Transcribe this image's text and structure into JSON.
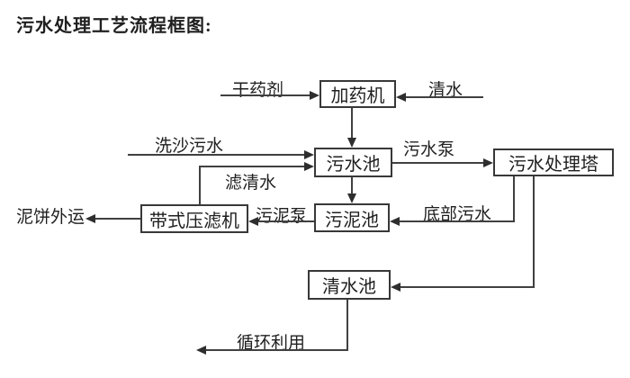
{
  "title": "污水处理工艺流程框图:",
  "nodes": {
    "dosing_machine": "加药机",
    "sewage_pool": "污水池",
    "sewage_treatment_tower": "污水处理塔",
    "sludge_pool": "污泥池",
    "belt_filter_press": "带式压滤机",
    "clean_water_pool": "清水池"
  },
  "labels": {
    "dry_agent": "干药剂",
    "clean_water": "清水",
    "sand_washing_sewage": "洗沙污水",
    "sewage_pump": "污水泵",
    "filtered_clean_water": "滤清水",
    "bottom_sewage": "底部污水",
    "sludge_pump": "污泥泵",
    "mud_cake_outbound": "泥饼外运",
    "recycling": "循环利用"
  },
  "colors": {
    "text": "#1f1f1f",
    "line": "#404040",
    "background": "#ffffff"
  },
  "flow": {
    "inputs": [
      "干药剂",
      "清水",
      "洗沙污水"
    ],
    "outputs": [
      "泥饼外运",
      "循环利用"
    ],
    "edges": [
      {
        "from": "干药剂",
        "to": "加药机",
        "label": ""
      },
      {
        "from": "清水",
        "to": "加药机",
        "label": ""
      },
      {
        "from": "加药机",
        "to": "污水池",
        "label": ""
      },
      {
        "from": "洗沙污水",
        "to": "污水池",
        "label": ""
      },
      {
        "from": "带式压滤机",
        "to": "污水池",
        "label": "滤清水"
      },
      {
        "from": "污水池",
        "to": "污水处理塔",
        "label": "污水泵"
      },
      {
        "from": "污水池",
        "to": "污泥池",
        "label": ""
      },
      {
        "from": "污水处理塔",
        "to": "污泥池",
        "label": "底部污水"
      },
      {
        "from": "污泥池",
        "to": "带式压滤机",
        "label": "污泥泵"
      },
      {
        "from": "带式压滤机",
        "to": "泥饼外运",
        "label": ""
      },
      {
        "from": "污水处理塔",
        "to": "清水池",
        "label": ""
      },
      {
        "from": "清水池",
        "to": "循环利用",
        "label": "循环利用"
      }
    ]
  }
}
